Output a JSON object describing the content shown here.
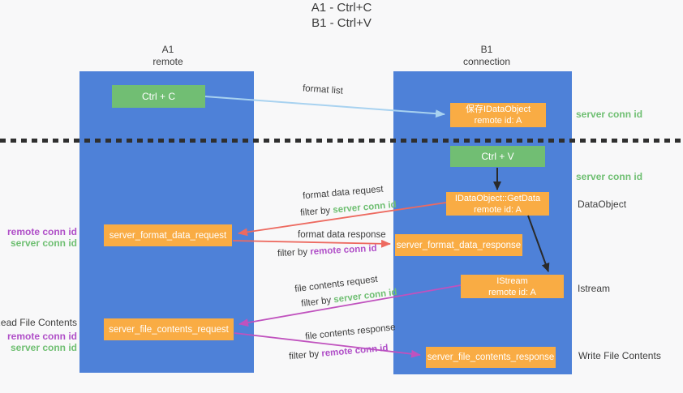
{
  "title": {
    "line1": "A1 - Ctrl+C",
    "line2": "B1 - Ctrl+V"
  },
  "columns": {
    "left": {
      "id": "A1",
      "role": "remote"
    },
    "right": {
      "id": "B1",
      "role": "connection"
    }
  },
  "nodes": {
    "ctrl_c": {
      "label": "Ctrl + C"
    },
    "ctrl_v": {
      "label": "Ctrl + V"
    },
    "save_idataobject": {
      "line1": "保存IDataObject",
      "line2": "remote id: A"
    },
    "idataobject_getdata": {
      "line1": "IDataObject::GetData",
      "line2": "remote id: A"
    },
    "istream": {
      "line1": "IStream",
      "line2": "remote id: A"
    },
    "server_format_data_request": {
      "label": "server_format_data_request"
    },
    "server_format_data_response": {
      "label": "server_format_data_response"
    },
    "server_file_contents_request": {
      "label": "server_file_contents_request"
    },
    "server_file_contents_response": {
      "label": "server_file_contents_response"
    }
  },
  "arrow_labels": {
    "format_list": "format list",
    "format_data_request": "format data request",
    "format_data_response": "format data response",
    "file_contents_request": "file contents request",
    "file_contents_response": "file contents response"
  },
  "shared": {
    "filter_by": "filter by ",
    "server_conn_id": "server conn id",
    "remote_conn_id": "remote conn id"
  },
  "side_labels": {
    "left_format_group": {
      "remote_conn_id": "remote conn id",
      "server_conn_id": "server conn id"
    },
    "left_file_group": {
      "read_file_contents": "Read File Contents",
      "remote_conn_id": "remote conn id",
      "server_conn_id": "server conn id"
    },
    "right_server_conn_id_top": "server conn id",
    "right_server_conn_id_mid": "server conn id",
    "right_dataobject": "DataObject",
    "right_istream": "Istream",
    "right_write_file_contents": "Write File Contents"
  },
  "colors": {
    "lifeline_blue": "#4e81d8",
    "box_green": "#71be73",
    "box_orange": "#f9ac44",
    "arrow_lightblue": "#a8d2f0",
    "arrow_red": "#ed6a60",
    "arrow_magenta": "#c052be",
    "arrow_black": "#2a2a2a",
    "text_green": "#6fbf72",
    "text_purple": "#b04fc8",
    "background": "#f8f8f9"
  }
}
